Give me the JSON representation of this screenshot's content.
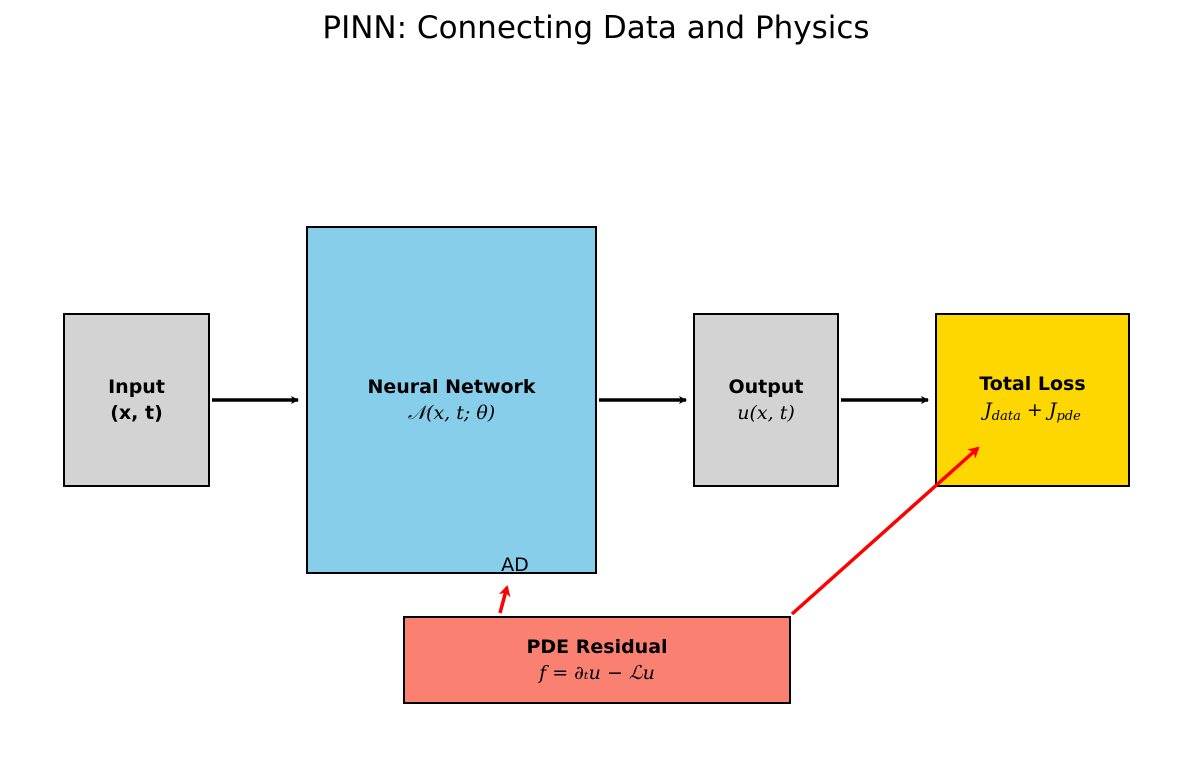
{
  "title": "PINN: Connecting Data and Physics",
  "colors": {
    "input_fill": "#d3d3d3",
    "nn_fill": "#87ceeb",
    "output_fill": "#d3d3d3",
    "loss_fill": "#ffd700",
    "pde_fill": "#fa8072",
    "flow_arrow": "#000000",
    "feedback_arrow": "#ff0000"
  },
  "nodes": {
    "input": {
      "title": "Input",
      "subtitle": "(x, t)"
    },
    "neural_network": {
      "title": "Neural Network",
      "formula": "𝒩(x, t; θ)"
    },
    "output": {
      "title": "Output",
      "formula": "u(x, t)"
    },
    "total_loss": {
      "title": "Total Loss",
      "formula_j1": "J",
      "formula_s1": "data",
      "formula_plus": " + ",
      "formula_j2": "J",
      "formula_s2": "pde"
    },
    "pde_residual": {
      "title": "PDE Residual",
      "formula": "f = ∂ₜu − ℒu"
    }
  },
  "edges": [
    {
      "from": "input",
      "to": "neural_network",
      "color": "#000000"
    },
    {
      "from": "neural_network",
      "to": "output",
      "color": "#000000"
    },
    {
      "from": "output",
      "to": "total_loss",
      "color": "#000000"
    },
    {
      "from": "pde_residual",
      "to": "neural_network",
      "color": "#ff0000",
      "label": "AD"
    },
    {
      "from": "pde_residual",
      "to": "total_loss",
      "color": "#ff0000"
    }
  ],
  "ad_label": "AD"
}
